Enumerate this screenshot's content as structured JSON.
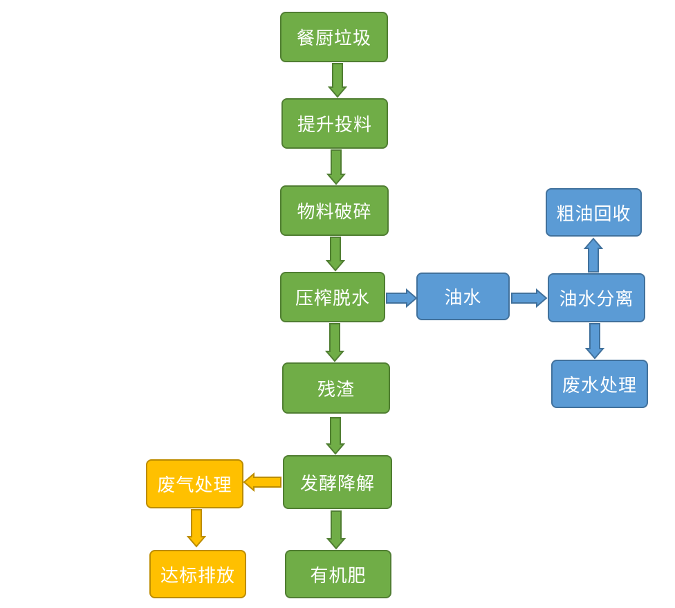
{
  "colors": {
    "background": "#FFFFFF",
    "text": "#FFFFFF",
    "green_fill": "#70AD47",
    "green_border": "#507E32",
    "blue_fill": "#5B9BD5",
    "blue_border": "#41719C",
    "orange_fill": "#FFC000",
    "orange_border": "#BC8C00"
  },
  "nodes": {
    "kitchen_waste": "餐厨垃圾",
    "lifting_feed": "提升投料",
    "crushing": "物料破碎",
    "press_dewater": "压榨脱水",
    "residue": "残渣",
    "fermentation": "发酵降解",
    "organic_fertilizer": "有机肥",
    "exhaust_treatment": "废气处理",
    "discharge": "达标排放",
    "oil_water": "油水",
    "oil_water_separation": "油水分离",
    "crude_oil_recovery": "粗油回收",
    "wastewater_treatment": "废水处理"
  }
}
